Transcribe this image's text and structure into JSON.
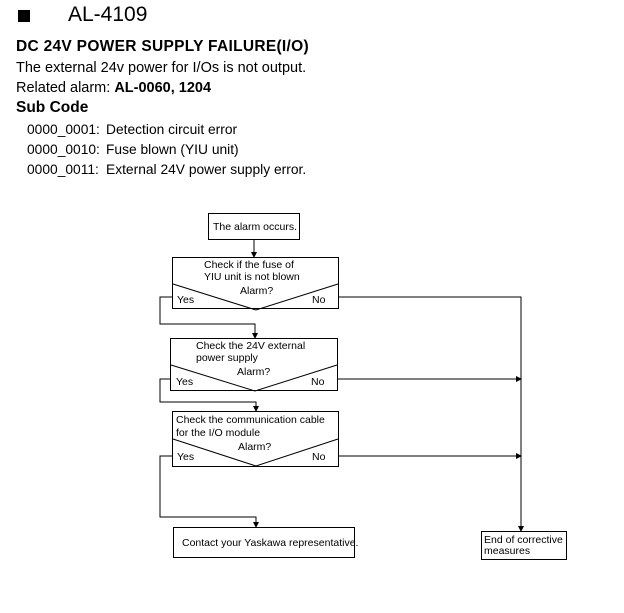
{
  "header": {
    "alarm_code": "AL-4109"
  },
  "title": "DC 24V POWER SUPPLY FAILURE(I/O)",
  "description": "The external 24v power for I/Os is not output.",
  "related_alarm": {
    "label": "Related alarm:",
    "values": "AL-0060, 1204"
  },
  "sub_code": {
    "heading": "Sub Code",
    "items": [
      {
        "code": "0000_0001:",
        "text": "Detection circuit error"
      },
      {
        "code": "0000_0010:",
        "text": "Fuse blown (YIU unit)"
      },
      {
        "code": "0000_0011:",
        "text": "External 24V power supply error."
      }
    ]
  },
  "flowchart": {
    "start": "The alarm occurs.",
    "step1": {
      "line1": "Check if the fuse of",
      "line2": "YIU unit is not blown"
    },
    "step2": {
      "line1": "Check the 24V external",
      "line2": "power supply"
    },
    "step3": {
      "line1": "Check the communication cable",
      "line2": "for the I/O module"
    },
    "decision": "Alarm?",
    "yes": "Yes",
    "no": "No",
    "contact": "Contact your Yaskawa representative.",
    "end": {
      "line1": "End of corrective",
      "line2": "measures"
    }
  }
}
